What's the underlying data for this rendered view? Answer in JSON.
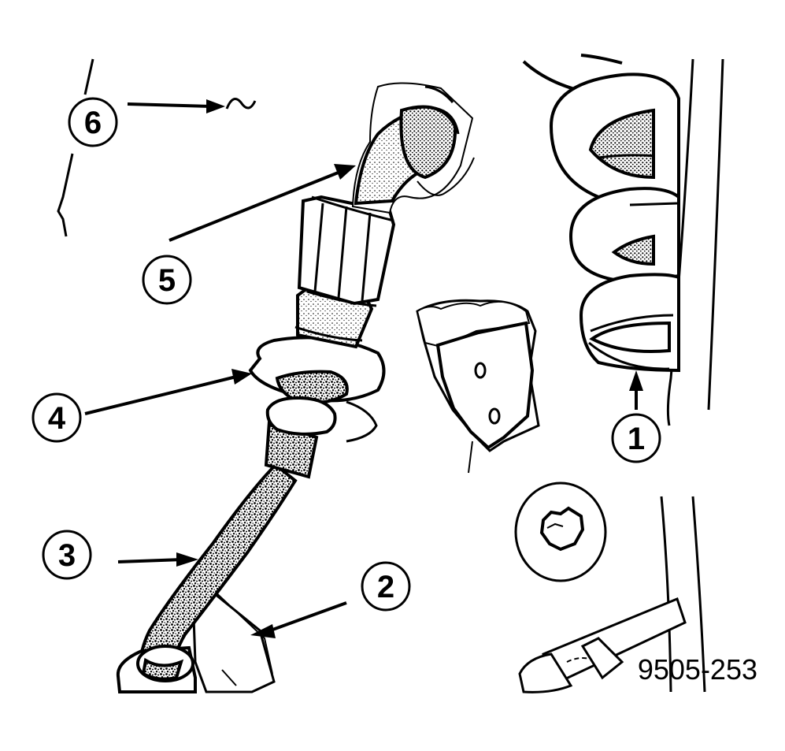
{
  "figure": {
    "code": "9505-253"
  },
  "callouts": [
    {
      "id": "1",
      "label": "1",
      "part": "spring"
    },
    {
      "id": "2",
      "label": "2",
      "part": "bracket"
    },
    {
      "id": "3",
      "label": "3",
      "part": "hose"
    },
    {
      "id": "4",
      "label": "4",
      "part": "grommet"
    },
    {
      "id": "5",
      "label": "5",
      "part": "elbow"
    },
    {
      "id": "6",
      "label": "6",
      "part": "wave-symbol"
    }
  ],
  "colors": {
    "ink": "#000000",
    "paper": "#ffffff",
    "shade": "#9a9a9a"
  }
}
